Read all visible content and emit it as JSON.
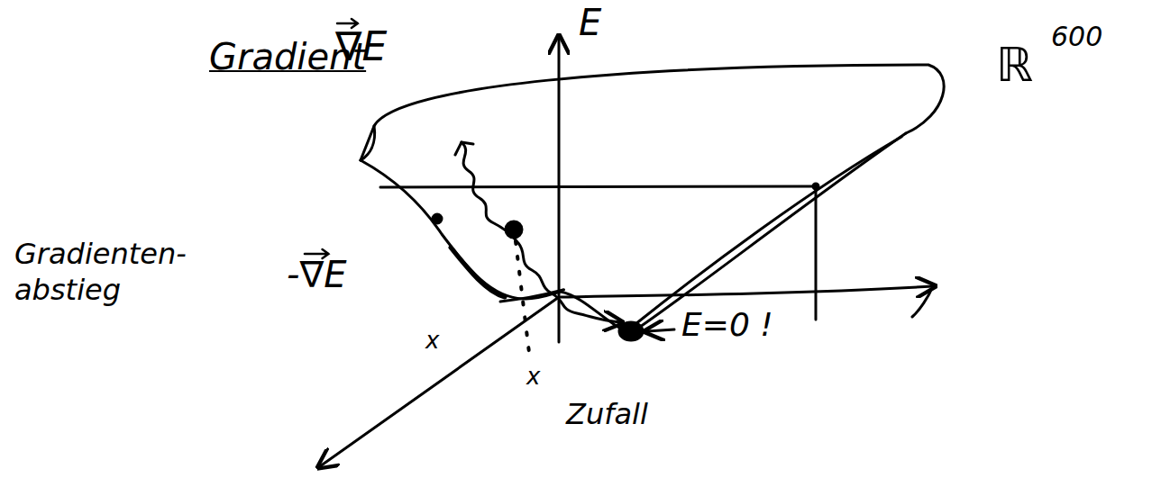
{
  "diagram": {
    "labels": [
      "Gradient",
      "∇E",
      "E",
      "ℝ",
      "600",
      "Gradienten- abstieg",
      "-∇E",
      "E=0 !",
      "x",
      "x",
      "Zufall"
    ]
  }
}
